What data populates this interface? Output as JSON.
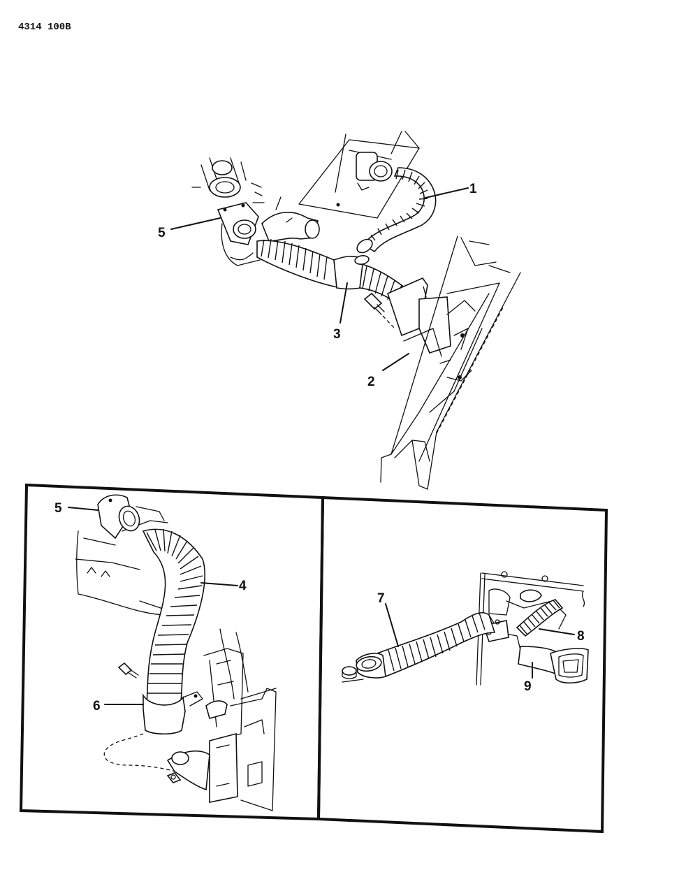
{
  "document": {
    "id": "4314 100B"
  },
  "callouts": {
    "main": {
      "c1": "1",
      "c2": "2",
      "c3": "3",
      "c5": "5"
    },
    "detail_left": {
      "c4": "4",
      "c5": "5",
      "c6": "6"
    },
    "detail_right": {
      "c7": "7",
      "c8": "8",
      "c9": "9"
    }
  }
}
